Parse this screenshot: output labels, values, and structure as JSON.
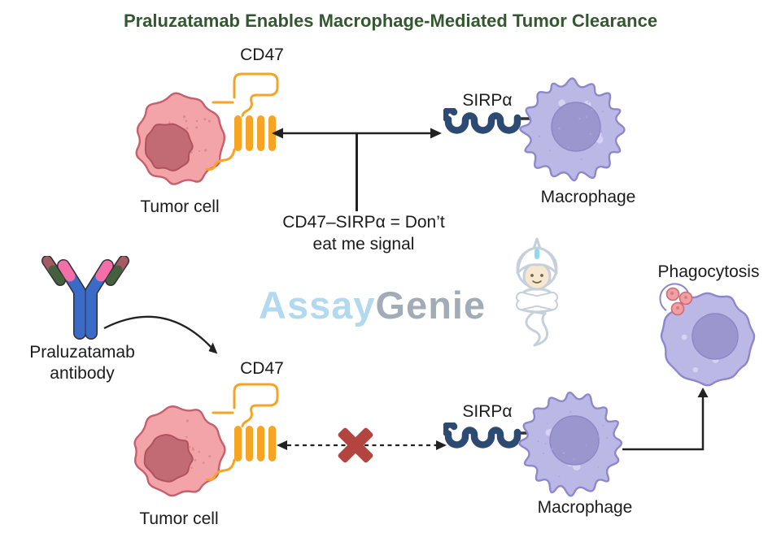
{
  "title": "Praluzatamab Enables Macrophage-Mediated Tumor Clearance",
  "top": {
    "cd47_label": "CD47",
    "tumor_label": "Tumor cell",
    "sirpa_label": "SIRPα",
    "macrophage_label": "Macrophage",
    "caption_line1": "CD47–SIRPα = Don’t",
    "caption_line2": "eat me signal"
  },
  "bottom": {
    "antibody_line1": "Praluzatamab",
    "antibody_line2": "antibody",
    "cd47_label": "CD47",
    "tumor_label": "Tumor cell",
    "sirpa_label": "SIRPα",
    "macrophage_label": "Macrophage",
    "phagocytosis_label": "Phagocytosis"
  },
  "watermark": {
    "brand_part1": "Assay",
    "brand_part2": "Genie"
  },
  "colors": {
    "title_green": "#33582F",
    "tumor_body": "#F2A4A8",
    "tumor_outline": "#C5616C",
    "tumor_nucleus": "#C26B74",
    "tumor_nucleus_outline": "#B2525F",
    "speckle": "#DB8A92",
    "mac_body": "#BCB8E5",
    "mac_outline": "#8D88CB",
    "mac_nucleus": "#9C96CF",
    "mac_nuc_outline": "#8E88C5",
    "vesicle": "#D6D2F2",
    "vesdot": "#A9A4DB",
    "cd47_orange": "#F6A424",
    "sirpa_navy": "#2C4A72",
    "connector_dark": "#333333",
    "arrow_dark": "#222222",
    "ab_outline": "#2F2F2F",
    "ab_blue": "#3A6BC8",
    "ab_pink": "#F46EA8",
    "ab_green": "#45603C",
    "ab_maroon": "#A55B63",
    "x_red": "#B2453F",
    "particle_pink": "#F0A0A4",
    "particle_outline": "#CE6B74",
    "wm_blue": "#AFD7EF",
    "wm_gray": "#9EA8B4",
    "wm_outline": "#C3CCD7"
  }
}
